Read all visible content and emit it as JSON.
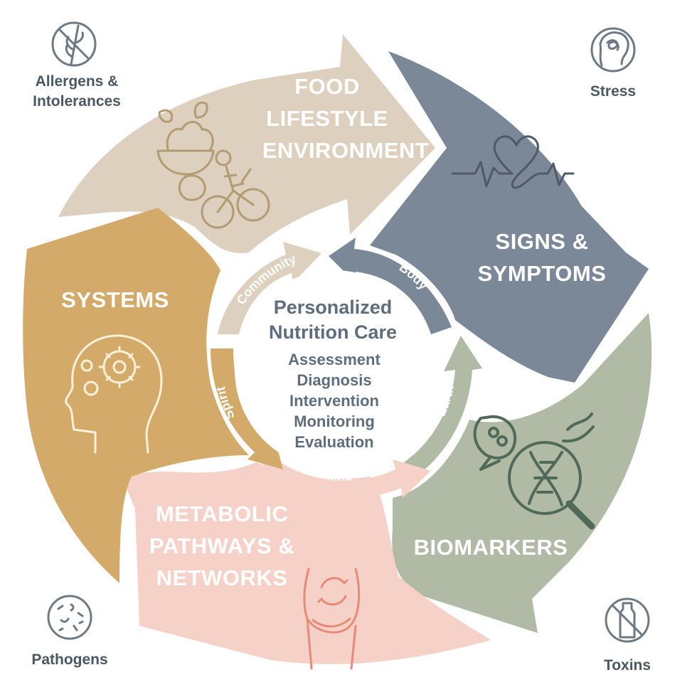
{
  "colors": {
    "food": "#ddd0be",
    "signs": "#7b8898",
    "biomarkers": "#b1baa4",
    "metabolic": "#f6d1c8",
    "systems": "#d4aa6a",
    "text_dark": "#4a5866",
    "center_text": "#5f6e7e",
    "icon_grey": "#6d7a86"
  },
  "segments": {
    "food": {
      "lines": [
        "FOOD",
        "LIFESTYLE",
        "ENVIRONMENT"
      ],
      "icon": "food-bike-icon"
    },
    "signs": {
      "lines": [
        "SIGNS &",
        "SYMPTOMS"
      ],
      "icon": "heartbeat-icon"
    },
    "biomarkers": {
      "lines": [
        "BIOMARKERS"
      ],
      "icon": "dna-magnifier-icon"
    },
    "metabolic": {
      "lines": [
        "METABOLIC",
        "PATHWAYS &",
        "NETWORKS"
      ],
      "icon": "body-cycle-icon"
    },
    "systems": {
      "lines": [
        "SYSTEMS"
      ],
      "icon": "head-gears-icon"
    }
  },
  "corners": {
    "allergens": {
      "lines": [
        "Allergens &",
        "Intolerances"
      ],
      "icon": "no-wheat-icon"
    },
    "stress": {
      "lines": [
        "Stress"
      ],
      "icon": "tangled-head-icon"
    },
    "pathogens": {
      "lines": [
        "Pathogens"
      ],
      "icon": "petri-dish-icon"
    },
    "toxins": {
      "lines": [
        "Toxins"
      ],
      "icon": "no-bottle-icon"
    }
  },
  "inner_ring": {
    "community": "Community",
    "body": "Body",
    "earth": "Earth",
    "mind": "Mind",
    "spirit": "Spirit"
  },
  "center": {
    "title_lines": [
      "Personalized",
      "Nutrition Care"
    ],
    "steps": [
      "Assessment",
      "Diagnosis",
      "Intervention",
      "Monitoring",
      "Evaluation"
    ]
  }
}
